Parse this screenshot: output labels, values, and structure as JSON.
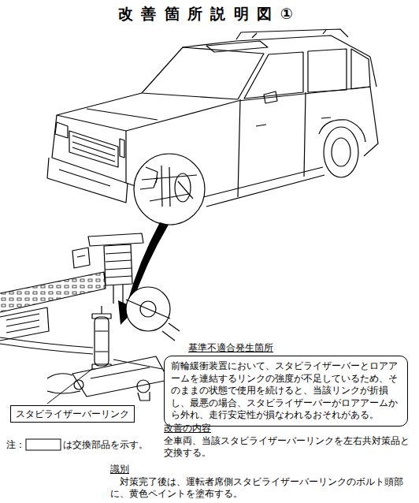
{
  "diagram": {
    "title": "改善箇所説明図①",
    "nodes": [
      {
        "text": [
          "基準不適合発生箇所",
          "前輪緩衝装置において、スタビライザーバーとロアアームを連結するリンクの強度が不足しているため、そのままの状態で使用を続けると、当該リンクが折損し、最悪の場合、スタビライザーバーがロアアームから外れ、走行安定性が損なわれるおそれがある。"
        ]
      },
      {
        "text": [
          "スタビライザーバーリンク"
        ]
      }
    ],
    "labels": [
      "注：",
      "は交換部品を示す。",
      "改善の内容",
      "全車両、当該スタビライザーバーリンクを左右共対策品と交換する。",
      "識別",
      "対策完了後は、運転者席側スタビライザーバーリンクのボルト頭部に、黄色ペイントを塗布する。"
    ]
  }
}
